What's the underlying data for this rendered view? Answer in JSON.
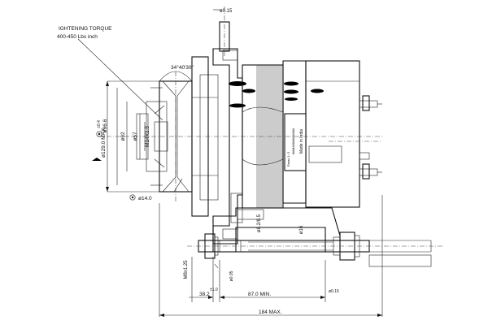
{
  "labels": {
    "torque_title": "IGHTENING TORQUE",
    "torque_value": "400-450 Lbs inch",
    "dia_top": "ø0.15",
    "angle": "34°40'30\"",
    "dia_max": "ø129.0 MAX.",
    "dia_tol": "±0.4",
    "dia_96": "ø96.6",
    "dia_92": "ø92",
    "dia_57": "ø57",
    "thread": "M14X1.5",
    "dia_14": "ø14.0",
    "made_in_india": "Made in India",
    "plate_serial": "MAMAMAMAMAMA",
    "plate_code": "Rmax 1~2",
    "dia_8": "ø8.2/8.5",
    "dia_16": "ø16",
    "thread_m8": "M8x1.25",
    "dim_38": "38.2",
    "tol_38": "±1.0",
    "dim_87": "87.0 MIN.",
    "tol_005": "ø0.05",
    "tol_015": "ø0.15",
    "dim_184": "184 MAX."
  }
}
